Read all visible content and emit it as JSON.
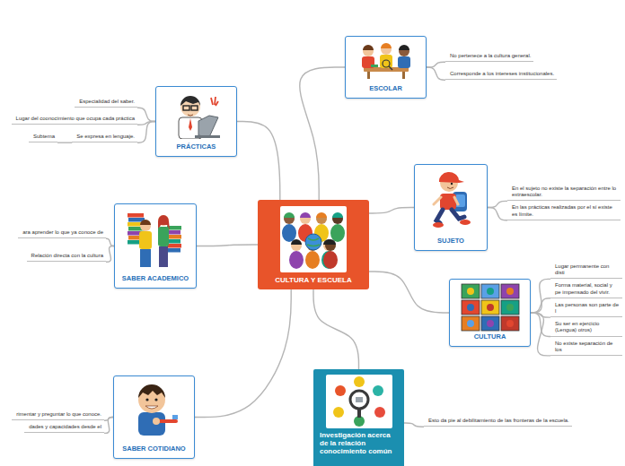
{
  "diagram": {
    "nodes": [
      {
        "text": [
          "CULTURA Y ESCUELA"
        ]
      },
      {
        "text": [
          "ESCOLAR"
        ]
      },
      {
        "text": [
          "PRÁCTICAS"
        ]
      },
      {
        "text": [
          "SUJETO"
        ]
      },
      {
        "text": [
          "SABER ACADEMICO"
        ]
      },
      {
        "text": [
          "CULTURA"
        ]
      },
      {
        "text": [
          "SABER COTIDIANO"
        ]
      },
      {
        "text": [
          "Investigación acerca de la relación conocimiento común"
        ]
      },
      {
        "text": [
          "No pertenece a la cultura general."
        ]
      },
      {
        "text": [
          "Corresponde a los intereses institucionales."
        ]
      },
      {
        "text": [
          "Especialidad del saber."
        ]
      },
      {
        "text": [
          "Lugar del coonocimiento que ocupa cada práctica"
        ]
      },
      {
        "text": [
          "Se expresa en lenguaje."
        ]
      },
      {
        "text": [
          "Subtema"
        ]
      },
      {
        "text": [
          "En el sujeto no existe la separación entre lo extraescolar."
        ]
      },
      {
        "text": [
          "En las prácticas realizadas por el sí existe es límite."
        ]
      },
      {
        "text": [
          "ara aprender lo que ya conoce de"
        ]
      },
      {
        "text": [
          "Relación directa con la cultura"
        ]
      },
      {
        "text": [
          "Lugar permanente con disti"
        ]
      },
      {
        "text": [
          "Forma material, social y pe impensado del vivir."
        ]
      },
      {
        "text": [
          "Las personas son parte de l"
        ]
      },
      {
        "text": [
          "Su ser en ejercicio (Lengua) otros)"
        ]
      },
      {
        "text": [
          "No existe separación de los"
        ]
      },
      {
        "text": [
          "rimentar y preguntar lo que conoce."
        ]
      },
      {
        "text": [
          "dades y capacidades desde el"
        ]
      },
      {
        "text": [
          "Esto da pie al debilitamiento de las fronteras de la escuela."
        ]
      }
    ],
    "edges": [
      {
        "from": 0,
        "to": 1,
        "arrow": "none"
      },
      {
        "from": 0,
        "to": 2,
        "arrow": "none"
      },
      {
        "from": 0,
        "to": 3,
        "arrow": "none"
      },
      {
        "from": 0,
        "to": 4,
        "arrow": "none"
      },
      {
        "from": 0,
        "to": 5,
        "arrow": "none"
      },
      {
        "from": 0,
        "to": 6,
        "arrow": "none"
      },
      {
        "from": 0,
        "to": 7,
        "arrow": "none"
      },
      {
        "from": 1,
        "to": 8,
        "arrow": "none"
      },
      {
        "from": 1,
        "to": 9,
        "arrow": "none"
      },
      {
        "from": 2,
        "to": 10,
        "arrow": "none"
      },
      {
        "from": 2,
        "to": 11,
        "arrow": "none"
      },
      {
        "from": 2,
        "to": 12,
        "arrow": "none"
      },
      {
        "from": 12,
        "to": 13,
        "arrow": "none"
      },
      {
        "from": 3,
        "to": 14,
        "arrow": "none"
      },
      {
        "from": 3,
        "to": 15,
        "arrow": "none"
      },
      {
        "from": 4,
        "to": 16,
        "arrow": "none"
      },
      {
        "from": 4,
        "to": 17,
        "arrow": "none"
      },
      {
        "from": 5,
        "to": 18,
        "arrow": "none"
      },
      {
        "from": 5,
        "to": 19,
        "arrow": "none"
      },
      {
        "from": 5,
        "to": 20,
        "arrow": "none"
      },
      {
        "from": 5,
        "to": 21,
        "arrow": "none"
      },
      {
        "from": 5,
        "to": 22,
        "arrow": "none"
      },
      {
        "from": 6,
        "to": 23,
        "arrow": "none"
      },
      {
        "from": 6,
        "to": 24,
        "arrow": "none"
      },
      {
        "from": 7,
        "to": 25,
        "arrow": "none"
      }
    ]
  }
}
